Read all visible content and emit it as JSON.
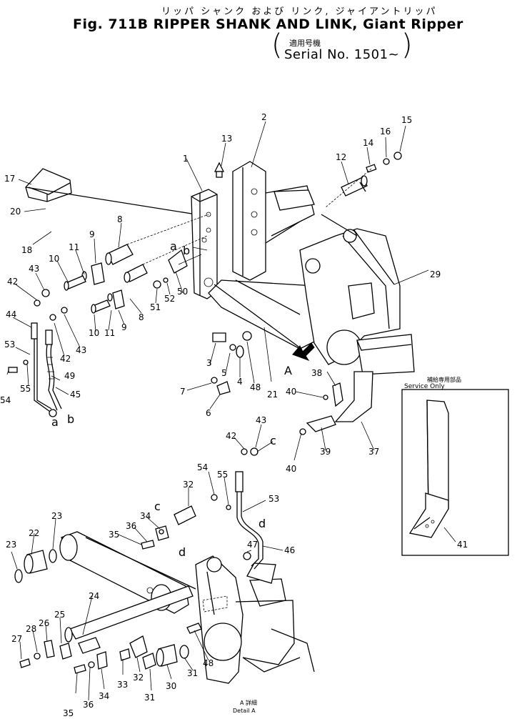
{
  "header": {
    "japanese_title": "リッパ シャンク および リンク, ジャイアントリッパ",
    "title": "Fig. 711B RIPPER SHANK AND LINK, Giant Ripper",
    "serial_japanese": "適用号機",
    "serial": "Serial No. 1501~"
  },
  "inset": {
    "japanese_label": "補給専用部品",
    "label": "Service Only"
  },
  "detail": {
    "japanese_label": "A 詳細",
    "label": "Detail A"
  },
  "callouts": [
    {
      "id": "c1",
      "text": "1"
    },
    {
      "id": "c2",
      "text": "2"
    },
    {
      "id": "c3",
      "text": "3"
    },
    {
      "id": "c4",
      "text": "4"
    },
    {
      "id": "c5",
      "text": "5"
    },
    {
      "id": "c6",
      "text": "6"
    },
    {
      "id": "c7",
      "text": "7"
    },
    {
      "id": "c8a",
      "text": "8"
    },
    {
      "id": "c8b",
      "text": "8"
    },
    {
      "id": "c9a",
      "text": "9"
    },
    {
      "id": "c9b",
      "text": "9"
    },
    {
      "id": "c10a",
      "text": "10"
    },
    {
      "id": "c10b",
      "text": "10"
    },
    {
      "id": "c11a",
      "text": "11"
    },
    {
      "id": "c11b",
      "text": "11"
    },
    {
      "id": "c12",
      "text": "12"
    },
    {
      "id": "c13",
      "text": "13"
    },
    {
      "id": "c14",
      "text": "14"
    },
    {
      "id": "c15",
      "text": "15"
    },
    {
      "id": "c16",
      "text": "16"
    },
    {
      "id": "c17",
      "text": "17"
    },
    {
      "id": "c18",
      "text": "18"
    },
    {
      "id": "c20",
      "text": "20"
    },
    {
      "id": "c21",
      "text": "21"
    },
    {
      "id": "c22",
      "text": "22"
    },
    {
      "id": "c23a",
      "text": "23"
    },
    {
      "id": "c23b",
      "text": "23"
    },
    {
      "id": "c24",
      "text": "24"
    },
    {
      "id": "c25",
      "text": "25"
    },
    {
      "id": "c26",
      "text": "26"
    },
    {
      "id": "c27",
      "text": "27"
    },
    {
      "id": "c28",
      "text": "28"
    },
    {
      "id": "c29",
      "text": "29"
    },
    {
      "id": "c30",
      "text": "30"
    },
    {
      "id": "c31a",
      "text": "31"
    },
    {
      "id": "c31b",
      "text": "31"
    },
    {
      "id": "c32a",
      "text": "32"
    },
    {
      "id": "c32b",
      "text": "32"
    },
    {
      "id": "c33",
      "text": "33"
    },
    {
      "id": "c34a",
      "text": "34"
    },
    {
      "id": "c34b",
      "text": "34"
    },
    {
      "id": "c35a",
      "text": "35"
    },
    {
      "id": "c35b",
      "text": "35"
    },
    {
      "id": "c36a",
      "text": "36"
    },
    {
      "id": "c36b",
      "text": "36"
    },
    {
      "id": "c37",
      "text": "37"
    },
    {
      "id": "c38",
      "text": "38"
    },
    {
      "id": "c39",
      "text": "39"
    },
    {
      "id": "c40a",
      "text": "40"
    },
    {
      "id": "c40b",
      "text": "40"
    },
    {
      "id": "c41",
      "text": "41"
    },
    {
      "id": "c42a",
      "text": "42"
    },
    {
      "id": "c42b",
      "text": "42"
    },
    {
      "id": "c42c",
      "text": "42"
    },
    {
      "id": "c43a",
      "text": "43"
    },
    {
      "id": "c43b",
      "text": "43"
    },
    {
      "id": "c43c",
      "text": "43"
    },
    {
      "id": "c44",
      "text": "44"
    },
    {
      "id": "c45",
      "text": "45"
    },
    {
      "id": "c46",
      "text": "46"
    },
    {
      "id": "c47",
      "text": "47"
    },
    {
      "id": "c48a",
      "text": "48"
    },
    {
      "id": "c48b",
      "text": "48"
    },
    {
      "id": "c49",
      "text": "49"
    },
    {
      "id": "c50",
      "text": "50"
    },
    {
      "id": "c51",
      "text": "51"
    },
    {
      "id": "c52",
      "text": "52"
    },
    {
      "id": "c53a",
      "text": "53"
    },
    {
      "id": "c53b",
      "text": "53"
    },
    {
      "id": "c54a",
      "text": "54"
    },
    {
      "id": "c54b",
      "text": "54"
    },
    {
      "id": "c55a",
      "text": "55"
    },
    {
      "id": "c55b",
      "text": "55"
    }
  ],
  "refs": [
    {
      "id": "ra1",
      "text": "a"
    },
    {
      "id": "ra2",
      "text": "a"
    },
    {
      "id": "rb1",
      "text": "b"
    },
    {
      "id": "rb2",
      "text": "b"
    },
    {
      "id": "rc1",
      "text": "c"
    },
    {
      "id": "rc2",
      "text": "c"
    },
    {
      "id": "rd1",
      "text": "d"
    },
    {
      "id": "rd2",
      "text": "d"
    },
    {
      "id": "rA",
      "text": "A"
    }
  ]
}
